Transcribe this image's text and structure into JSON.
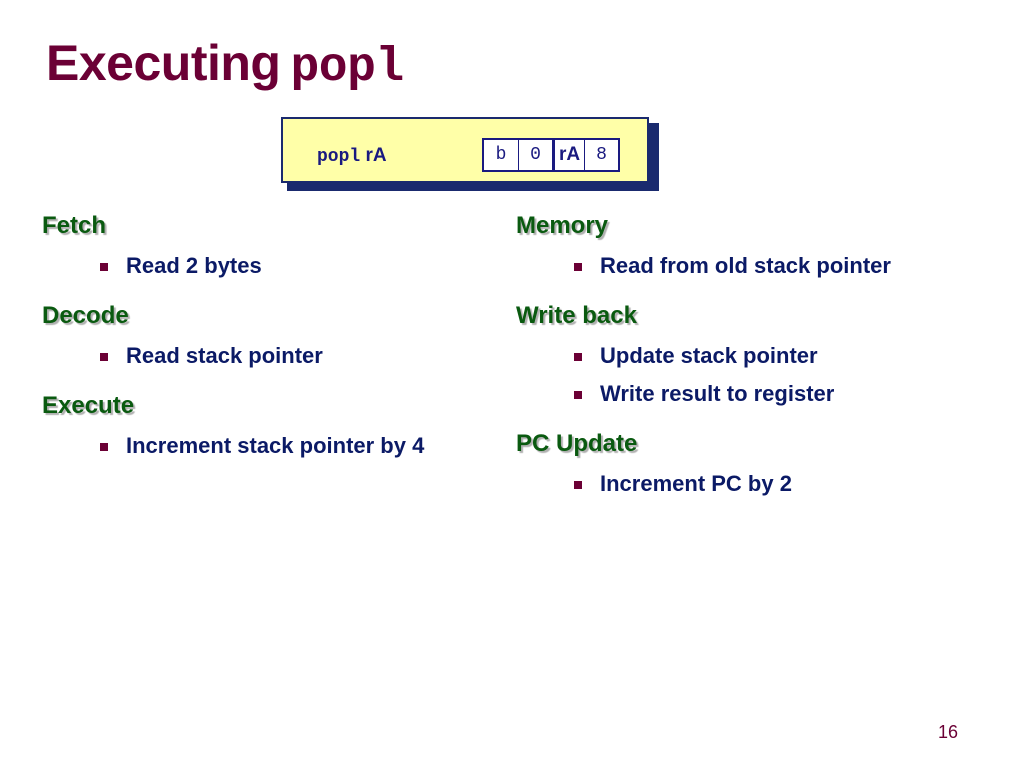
{
  "slide": {
    "title_prefix": "Executing",
    "title_code": "popl",
    "page_number": "16"
  },
  "instruction": {
    "mnemonic": "popl",
    "operand": "rA",
    "encoding": [
      "b",
      "0",
      "rA",
      "8"
    ]
  },
  "stages_left": [
    {
      "name": "Fetch",
      "items": [
        "Read 2 bytes"
      ]
    },
    {
      "name": "Decode",
      "items": [
        "Read stack pointer"
      ]
    },
    {
      "name": "Execute",
      "items": [
        "Increment stack pointer by 4"
      ]
    }
  ],
  "stages_right": [
    {
      "name": "Memory",
      "items": [
        "Read from old stack pointer"
      ]
    },
    {
      "name": "Write back",
      "items": [
        "Update stack pointer",
        "Write result to register"
      ]
    },
    {
      "name": "PC Update",
      "items": [
        "Increment PC by 2"
      ]
    }
  ],
  "colors": {
    "title": "#6b0035",
    "stage_heading": "#0a5a10",
    "body_text": "#0b1a66",
    "instruction_box_fill": "#ffffa8"
  }
}
